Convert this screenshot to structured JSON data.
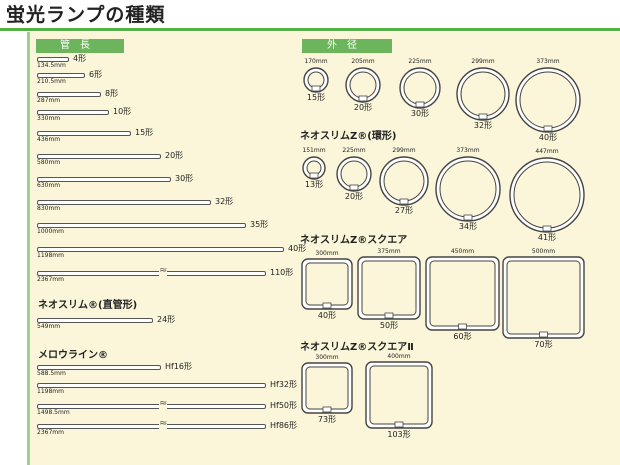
{
  "title": "蛍光ランプの種類",
  "left_header": "管長",
  "right_header": "外径",
  "straight": [
    {
      "dim": "134.5mm",
      "label": "4形"
    },
    {
      "dim": "210.5mm",
      "label": "6形"
    },
    {
      "dim": "287mm",
      "label": "8形"
    },
    {
      "dim": "330mm",
      "label": "10形"
    },
    {
      "dim": "436mm",
      "label": "15形"
    },
    {
      "dim": "580mm",
      "label": "20形"
    },
    {
      "dim": "630mm",
      "label": "30形"
    },
    {
      "dim": "830mm",
      "label": "32形"
    },
    {
      "dim": "1000mm",
      "label": "35形"
    },
    {
      "dim": "1198mm",
      "label": "40形"
    },
    {
      "dim": "2367mm",
      "label": "110形"
    }
  ],
  "neoslim_straight_title": "ネオスリム®(直管形)",
  "neoslim_straight": [
    {
      "dim": "549mm",
      "label": "24形"
    }
  ],
  "mellow_title": "メロウライン®",
  "mellow": [
    {
      "dim": "588.5mm",
      "label": "Hf16形"
    },
    {
      "dim": "1198mm",
      "label": "Hf32形"
    },
    {
      "dim": "1498.5mm",
      "label": "Hf50形"
    },
    {
      "dim": "2367mm",
      "label": "Hf86形"
    }
  ],
  "circular": [
    {
      "dim": "170mm",
      "label": "15形"
    },
    {
      "dim": "205mm",
      "label": "20形"
    },
    {
      "dim": "225mm",
      "label": "30形"
    },
    {
      "dim": "299mm",
      "label": "32形"
    },
    {
      "dim": "373mm",
      "label": "40形"
    }
  ],
  "neoslimz_title": "ネオスリムZ®(環形)",
  "neoslimz": [
    {
      "dim": "151mm",
      "label": "13形"
    },
    {
      "dim": "225mm",
      "label": "20形"
    },
    {
      "dim": "299mm",
      "label": "27形"
    },
    {
      "dim": "373mm",
      "label": "34形"
    },
    {
      "dim": "447mm",
      "label": "41形"
    }
  ],
  "square_title": "ネオスリムZ®スクエア",
  "square": [
    {
      "dim": "300mm",
      "label": "40形"
    },
    {
      "dim": "375mm",
      "label": "50形"
    },
    {
      "dim": "450mm",
      "label": "60形"
    },
    {
      "dim": "500mm",
      "label": "70形"
    }
  ],
  "square2_title": "ネオスリムZ®スクエアⅡ",
  "square2": [
    {
      "dim": "300mm",
      "label": "73形"
    },
    {
      "dim": "400mm",
      "label": "103形"
    }
  ]
}
